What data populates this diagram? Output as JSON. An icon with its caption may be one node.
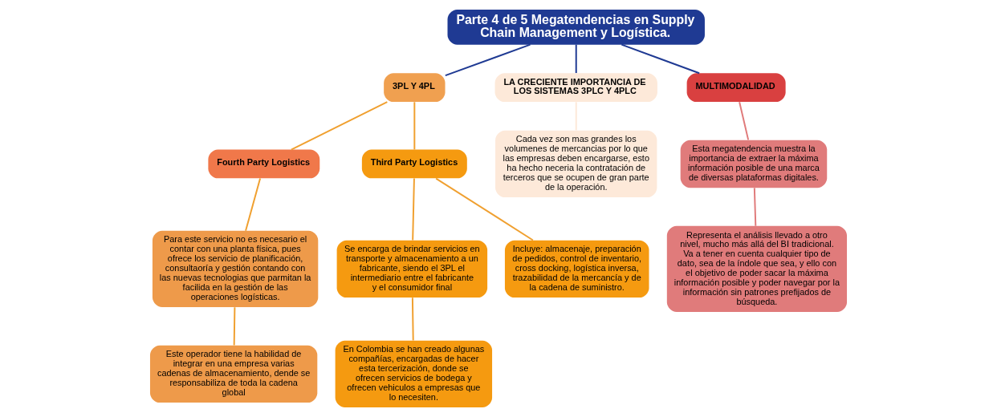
{
  "diagram": {
    "nodes": [
      {
        "text": [
          "Parte 4 de 5 Megatendencias en Supply Chain Management y Logística."
        ]
      },
      {
        "text": [
          "3PL Y 4PL"
        ]
      },
      {
        "text": [
          "Fourth Party Logistics"
        ]
      },
      {
        "text": [
          "LA CRECIENTE IMPORTANCIA DE LOS SISTEMAS 3PLC Y 4PLC"
        ]
      },
      {
        "text": [
          "MULTIMODALIDAD"
        ]
      },
      {
        "text": [
          "Third Party Logistics"
        ]
      },
      {
        "text": [
          "Se encarga de brindar servicios en transporte y almacenamiento a un fabricante, siendo el 3PL el intermediario entre el fabricante y el consumidor final"
        ]
      },
      {
        "text": [
          "Incluye: almacenaje, preparación de pedidos, control de inventario, cross docking, logística inversa, trazabilidad de la mercancía y de la cadena de suministro."
        ]
      },
      {
        "text": [
          "En Colombia se han creado algunas compañías, encargadas de hacer esta tercerización, donde se ofrecen servicios de bodega y ofrecen vehiculos a empresas que lo necesiten."
        ]
      },
      {
        "text": [
          "Para este servicio no es necesario el contar con una planta física, pues ofrece los servicio de planificación, consultaoría y gestión contando con las nuevas tecnologias que parmitan la facilida en la gestión de las operaciones logísticas."
        ]
      },
      {
        "text": [
          "Este operador tiene la habilidad de integrar en una empresa varias cadenas de almacenamiento, dende se responsabiliza de toda la cadena global"
        ]
      },
      {
        "text": [
          "Cada vez son mas grandes los volumenes de mercancias por lo que las empresas deben encargarse, esto ha hecho neceria la contratación de terceros que se ocupen de gran parte de la operación."
        ]
      },
      {
        "text": [
          "Esta megatendencia muestra la importancia de extraer la máxima información posible de una marca de diversas plataformas digitales."
        ]
      },
      {
        "text": [
          "Representa el análisis llevado a otro nivel, mucho más allá del BI tradicional. Va a tener en cuenta cualquier tipo de dato, sea de la índole que sea, y ello con el objetivo de poder sacar la máxima información posible y poder navegar por la información sin patrones prefijados de búsqueda."
        ]
      }
    ],
    "edges": [
      {
        "from": 0,
        "to": 1,
        "arrow": "none",
        "color": "#1f3a93"
      },
      {
        "from": 0,
        "to": 3,
        "arrow": "none",
        "color": "#1f3a93"
      },
      {
        "from": 0,
        "to": 4,
        "arrow": "none",
        "color": "#1f3a93"
      },
      {
        "from": 1,
        "to": 2,
        "arrow": "none"
      },
      {
        "from": 1,
        "to": 5,
        "arrow": "none"
      },
      {
        "from": 5,
        "to": 6,
        "arrow": "none"
      },
      {
        "from": 5,
        "to": 7,
        "arrow": "none"
      },
      {
        "from": 6,
        "to": 8,
        "arrow": "none"
      },
      {
        "from": 2,
        "to": 9,
        "arrow": "none"
      },
      {
        "from": 9,
        "to": 10,
        "arrow": "none"
      },
      {
        "from": 3,
        "to": 11,
        "arrow": "none",
        "color": "#fde9d9"
      },
      {
        "from": 4,
        "to": 12,
        "arrow": "none",
        "color": "#e07b7b"
      },
      {
        "from": 12,
        "to": 13,
        "arrow": "none",
        "color": "#e07b7b"
      }
    ]
  }
}
